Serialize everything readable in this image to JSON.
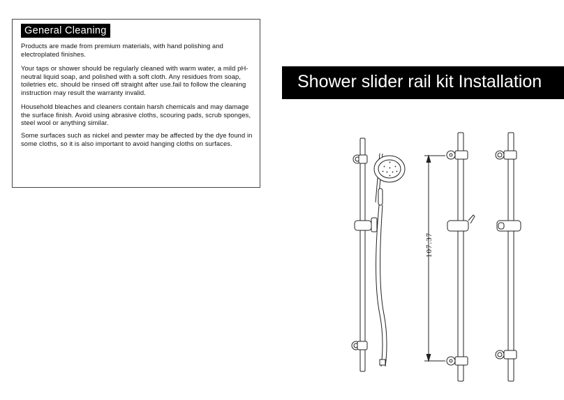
{
  "cleaning": {
    "title": "General Cleaning",
    "paragraphs": [
      "Products are made from premium materials, with hand polishing and electroplated finishes.",
      "Your taps or shower should be regularly cleaned with warm water, a mild pH-neutral liquid soap, and polished with a soft cloth. Any residues from soap, toiletries etc. should be rinsed off straight after use.fail to follow the cleaning instruction may result the warranty invalid.",
      "Household bleaches and cleaners contain harsh chemicals and may damage the surface finish. Avoid using abrasive cloths, scouring pads, scrub sponges, steel wool or anything similar.",
      "Some surfaces such as nickel and pewter may be affected by the dye found in some cloths, so it is also important to avoid hanging cloths on surfaces."
    ]
  },
  "banner": {
    "title": "Shower slider rail kit Installation"
  },
  "drawing": {
    "dimension_label": "107.37"
  }
}
